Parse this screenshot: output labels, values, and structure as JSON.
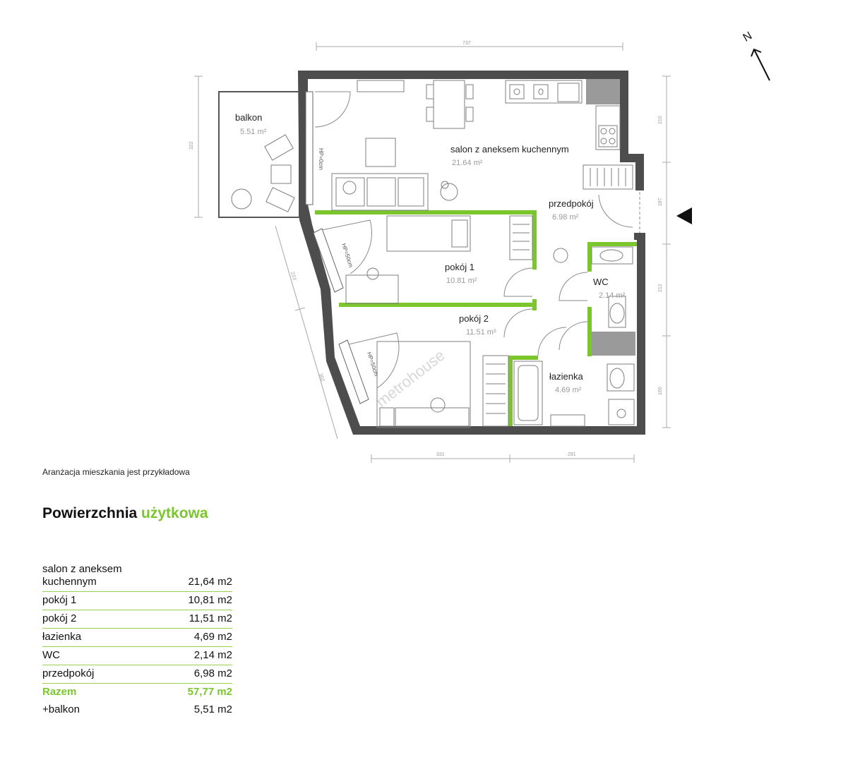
{
  "plan": {
    "rooms": [
      {
        "id": "salon",
        "name": "salon z aneksem kuchennym",
        "area": "21.64"
      },
      {
        "id": "balkon",
        "name": "balkon",
        "area": "5.51"
      },
      {
        "id": "przedpokoj",
        "name": "przedpokój",
        "area": "6.98"
      },
      {
        "id": "pokoj1",
        "name": "pokój 1",
        "area": "10.81"
      },
      {
        "id": "pokoj2",
        "name": "pokój 2",
        "area": "11.51"
      },
      {
        "id": "wc",
        "name": "WC",
        "area": "2.14"
      },
      {
        "id": "lazienka",
        "name": "łazienka",
        "area": "4.69"
      }
    ],
    "area_unit": "m²",
    "dimensions": {
      "top": "737",
      "balcony_left": "322",
      "right_top": "210",
      "right_entry": "187",
      "right_mid": "212",
      "right_bottom": "160",
      "left_upper": "223",
      "left_lower": "302",
      "bottom_left": "331",
      "bottom_right": "291"
    },
    "window_notes": [
      "HP=0cm",
      "HP=50cm",
      "HP=50cm"
    ],
    "watermark": "metrohouse",
    "north_label": "N",
    "colors": {
      "wall": "#4d4d4d",
      "accent": "#7bc62d",
      "furniture": "#7d7d7d",
      "text": "#222222"
    }
  },
  "note": "Aranżacja mieszkania jest przykładowa",
  "heading": {
    "part1": "Powierzchnia",
    "part2": "użytkowa"
  },
  "areas": [
    {
      "label": "salon z aneksem kuchennym",
      "value": "21,64 m2"
    },
    {
      "label": "pokój 1",
      "value": "10,81 m2"
    },
    {
      "label": "pokój 2",
      "value": "11,51 m2"
    },
    {
      "label": "łazienka",
      "value": "4,69 m2"
    },
    {
      "label": "WC",
      "value": "2,14 m2"
    },
    {
      "label": "przedpokój",
      "value": "6,98 m2"
    }
  ],
  "total": {
    "label": "Razem",
    "value": "57,77 m2"
  },
  "extra": {
    "label": "+balkon",
    "value": "5,51 m2"
  }
}
